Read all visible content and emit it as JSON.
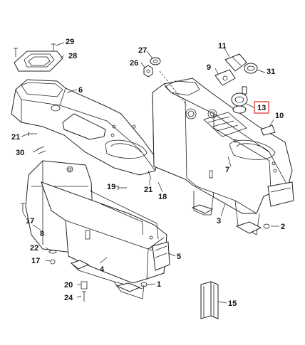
{
  "callouts": {
    "c1": "1",
    "c2": "2",
    "c3": "3",
    "c4": "4",
    "c5": "5",
    "c6": "6",
    "c7": "7",
    "c8": "8",
    "c9": "9",
    "c10": "10",
    "c11": "11",
    "c13": "13",
    "c15": "15",
    "c17a": "17",
    "c17b": "17",
    "c18": "18",
    "c19": "19",
    "c20": "20",
    "c21a": "21",
    "c21b": "21",
    "c22": "22",
    "c24": "24",
    "c26": "26",
    "c27": "27",
    "c28": "28",
    "c29": "29",
    "c30": "30",
    "c31": "31"
  },
  "highlight": {
    "callout": "13",
    "color": "#e8504a"
  }
}
